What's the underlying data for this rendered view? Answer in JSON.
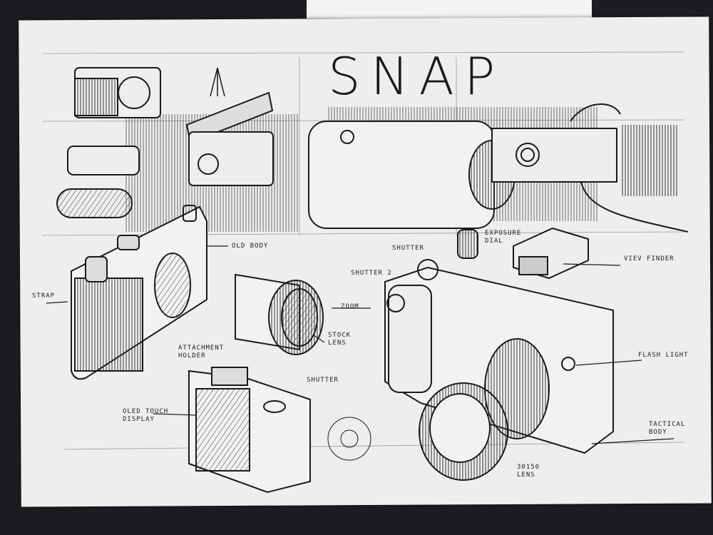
{
  "title": "SNAP",
  "labels": {
    "old_body": "Old body",
    "strap": "Strap",
    "shutter_top": "Shutter",
    "shutter_2": "Shutter 2",
    "exposure_dial": "Exposure dial",
    "view_finder": "Viev finder",
    "zoom": "Zoom",
    "stock_lens": "Stock lens",
    "attachment_holder": "Attachment holder",
    "shutter_bottom": "Shutter",
    "oled_display": "OLED touch display",
    "flash_light": "Flash light",
    "tactical_body": "Tactical body",
    "lens_30150": "30150 lens"
  },
  "colors": {
    "ink": "#1a1a1a",
    "paper": "#eeeeef",
    "background": "#1c1d20"
  }
}
